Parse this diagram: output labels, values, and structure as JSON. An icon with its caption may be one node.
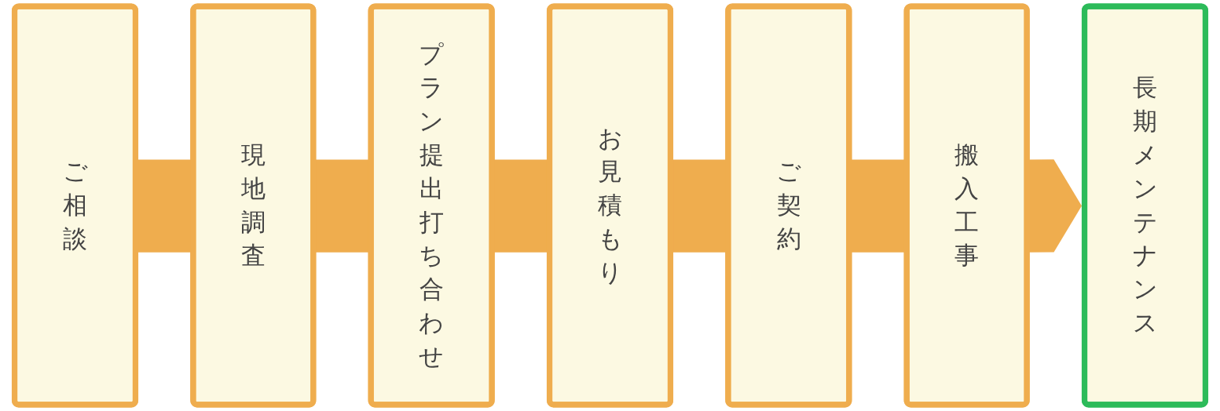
{
  "diagram": {
    "nodes": [
      {
        "text": [
          "ご相談"
        ]
      },
      {
        "text": [
          "現地調査"
        ]
      },
      {
        "text": [
          "プラン提出打ち合わせ"
        ]
      },
      {
        "text": [
          "お見積もり"
        ]
      },
      {
        "text": [
          "ご契約"
        ]
      },
      {
        "text": [
          "搬入工事"
        ]
      },
      {
        "text": [
          "長期メンテナンス"
        ]
      }
    ],
    "edges": [
      {
        "from": 0,
        "to": 1,
        "arrow": "none"
      },
      {
        "from": 1,
        "to": 2,
        "arrow": "none"
      },
      {
        "from": 2,
        "to": 3,
        "arrow": "none"
      },
      {
        "from": 3,
        "to": 4,
        "arrow": "none"
      },
      {
        "from": 4,
        "to": 5,
        "arrow": "none"
      },
      {
        "from": 5,
        "to": 6,
        "arrow": "to"
      }
    ]
  }
}
